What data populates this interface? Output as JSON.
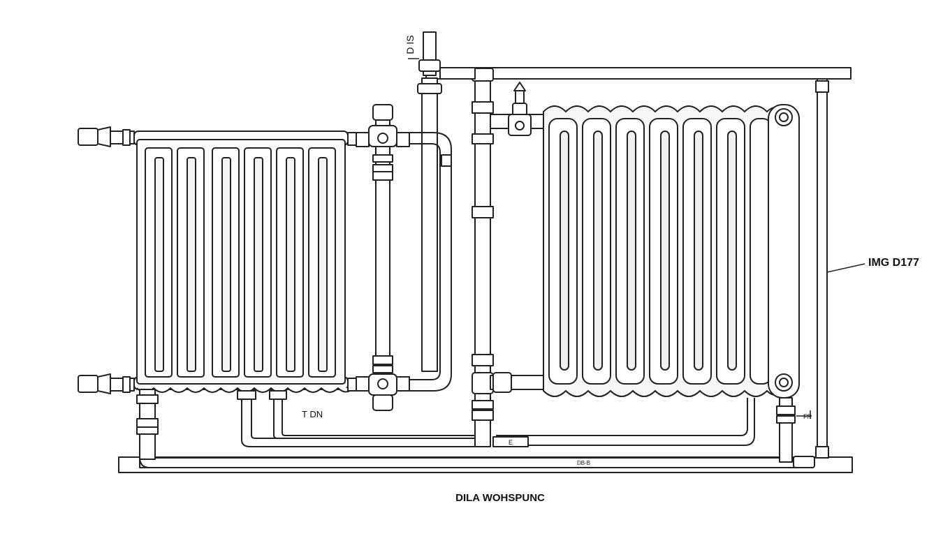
{
  "labels": {
    "top": "D IS",
    "right": "IMG D177",
    "middle": "T DN",
    "bottom_small": "DB-B",
    "caption": "DILA WOHSPUNC",
    "dim_right": "FR",
    "dim_bottom": "E"
  },
  "colors": {
    "stroke": "#222222",
    "fill": "#ffffff",
    "fill_light": "#f2f2f2",
    "text": "#111111"
  }
}
